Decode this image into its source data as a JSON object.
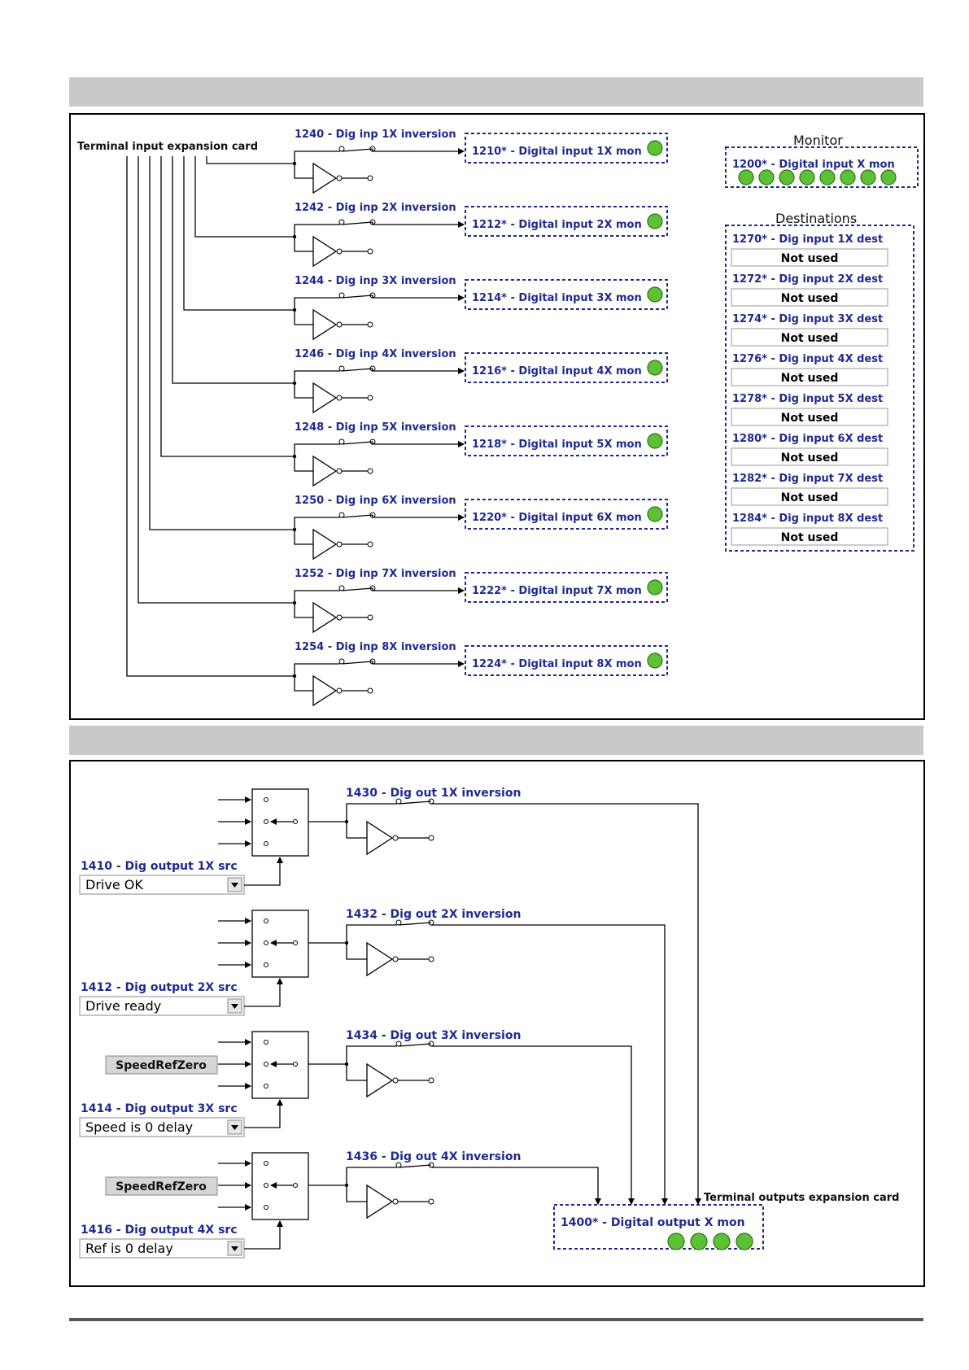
{
  "top": {
    "source_label": "Terminal input expansion card",
    "monitor_title": "Monitor",
    "monitor_param": "1200* - Digital input X mon",
    "monitor_leds": 8,
    "destinations_title": "Destinations",
    "inputs": [
      {
        "inversion": "1240 - Dig inp 1X inversion",
        "mon": "1210* - Digital input 1X mon",
        "dest": "1270* - Dig input 1X dest",
        "dest_value": "Not used"
      },
      {
        "inversion": "1242 - Dig inp 2X inversion",
        "mon": "1212* - Digital input 2X mon",
        "dest": "1272* - Dig input 2X dest",
        "dest_value": "Not used"
      },
      {
        "inversion": "1244 - Dig inp 3X inversion",
        "mon": "1214* - Digital input 3X mon",
        "dest": "1274* - Dig input 3X dest",
        "dest_value": "Not used"
      },
      {
        "inversion": "1246 - Dig inp 4X inversion",
        "mon": "1216* - Digital input 4X mon",
        "dest": "1276* - Dig input 4X dest",
        "dest_value": "Not used"
      },
      {
        "inversion": "1248 - Dig inp 5X inversion",
        "mon": "1218* - Digital input 5X mon",
        "dest": "1278* - Dig input 5X dest",
        "dest_value": "Not used"
      },
      {
        "inversion": "1250 - Dig inp 6X inversion",
        "mon": "1220* - Digital input 6X mon",
        "dest": "1280* - Dig input 6X dest",
        "dest_value": "Not used"
      },
      {
        "inversion": "1252 - Dig inp 7X inversion",
        "mon": "1222* - Digital input 7X mon",
        "dest": "1282* - Dig input 7X dest",
        "dest_value": "Not used"
      },
      {
        "inversion": "1254 - Dig inp 8X inversion",
        "mon": "1224* - Digital input 8X mon",
        "dest": "1284* - Dig input 8X dest",
        "dest_value": "Not used"
      }
    ]
  },
  "bottom": {
    "target_label": "Terminal outputs expansion card",
    "monitor_param": "1400* - Digital output X mon",
    "monitor_leds": 4,
    "outputs": [
      {
        "src": "1410 - Dig output 1X src",
        "value": "Drive OK",
        "inversion": "1430 - Dig out 1X inversion",
        "button": ""
      },
      {
        "src": "1412 - Dig output 2X src",
        "value": "Drive ready",
        "inversion": "1432 - Dig out 2X inversion",
        "button": ""
      },
      {
        "src": "1414 - Dig output 3X src",
        "value": "Speed is 0 delay",
        "inversion": "1434 - Dig out 3X inversion",
        "button": "SpeedRefZero"
      },
      {
        "src": "1416 - Dig output 4X src",
        "value": "Ref is 0 delay",
        "inversion": "1436 - Dig out 4X inversion",
        "button": "SpeedRefZero"
      }
    ]
  },
  "colors": {
    "label_blue": "#1f2a8f",
    "led_green": "#5cc135",
    "band_gray": "#c9c9c9"
  }
}
